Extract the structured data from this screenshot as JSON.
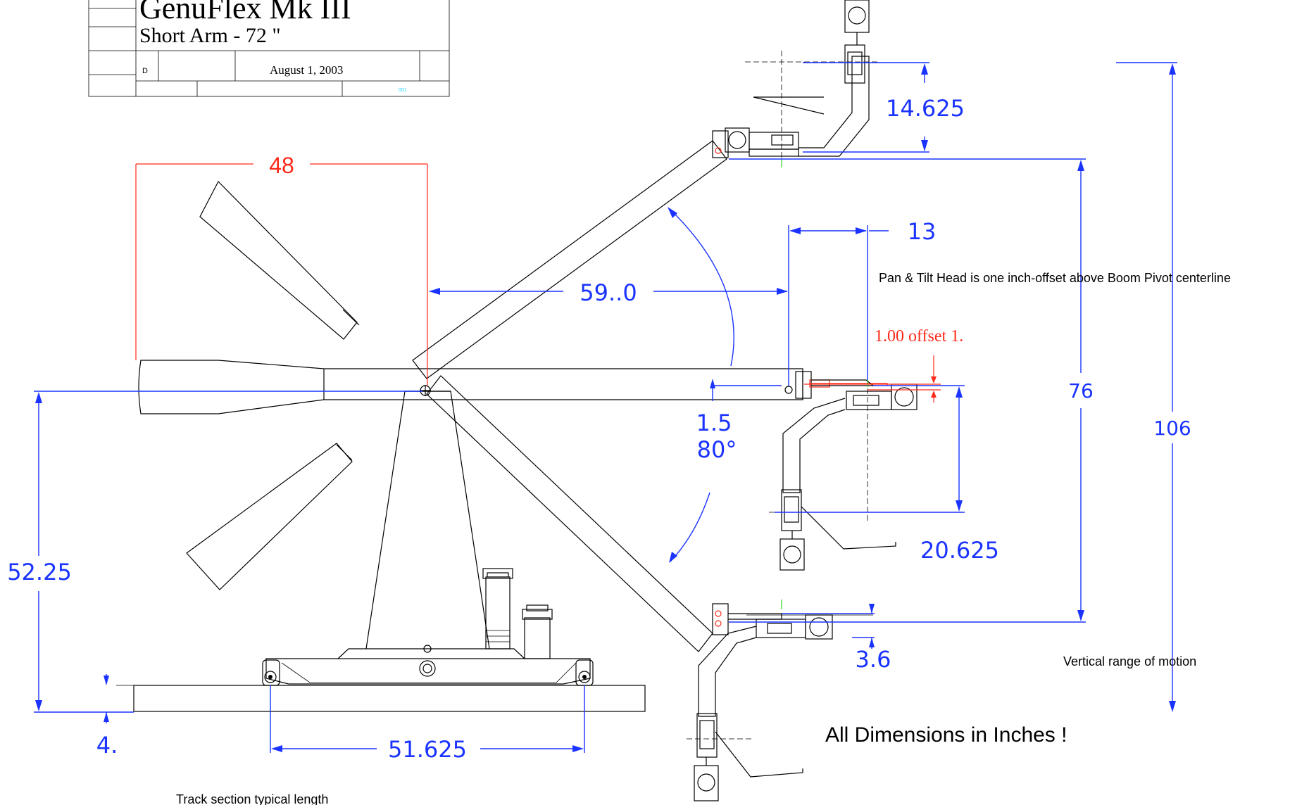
{
  "title_block": {
    "title": "GenuFlex Mk III",
    "subtitle": "Short Arm - 72 \"",
    "revision": "D",
    "date": "August 1, 2003",
    "sheet": "001"
  },
  "dimensions": {
    "d48": "48",
    "d14_625": "14.625",
    "d13": "13",
    "d59": "59..0",
    "d1_5": "1.5",
    "d80": "80°",
    "d76": "76",
    "d106": "106",
    "d20_625": "20.625",
    "d52_25": "52.25",
    "d3_6": "3.6",
    "d4": "4.",
    "d51_625": "51.625"
  },
  "notes": {
    "offset_label": "1.00 offset   1.",
    "pan_tilt_note": "Pan & Tilt Head is one inch-offset above Boom Pivot centerline",
    "vertical_range": "Vertical range of motion",
    "all_dimensions": "All Dimensions in Inches !",
    "track_section": "Track section typical length"
  },
  "colors": {
    "dimension": "#1a33ff",
    "highlight": "#ff2a1a",
    "lines": "#000000"
  }
}
